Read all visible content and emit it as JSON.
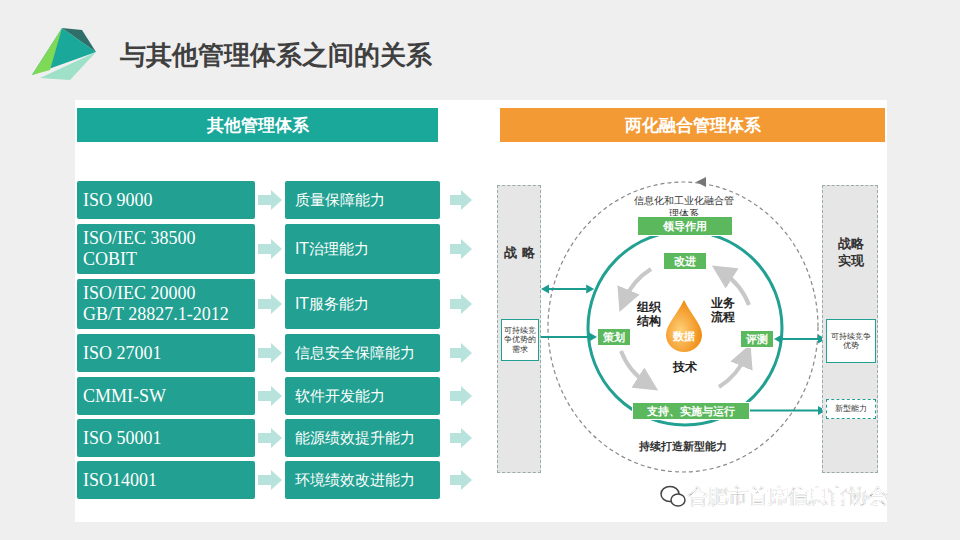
{
  "diagram": {
    "title": "与其他管理体系之间的关系",
    "nodes": [
      {
        "text": [
          "其他管理体系"
        ]
      },
      {
        "text": [
          "两化融合管理体系"
        ]
      },
      {
        "text": [
          "ISO 9000"
        ]
      },
      {
        "text": [
          "ISO/IEC 38500 COBIT"
        ]
      },
      {
        "text": [
          "ISO/IEC 20000 GB/T 28827.1-2012"
        ]
      },
      {
        "text": [
          "ISO 27001"
        ]
      },
      {
        "text": [
          "CMMI-SW"
        ]
      },
      {
        "text": [
          "ISO 50001"
        ]
      },
      {
        "text": [
          "ISO14001"
        ]
      },
      {
        "text": [
          "质量保障能力"
        ]
      },
      {
        "text": [
          "IT治理能力"
        ]
      },
      {
        "text": [
          "IT服务能力"
        ]
      },
      {
        "text": [
          "信息安全保障能力"
        ]
      },
      {
        "text": [
          "软件开发能力"
        ]
      },
      {
        "text": [
          "能源绩效提升能力"
        ]
      },
      {
        "text": [
          "环境绩效改进能力"
        ]
      },
      {
        "text": [
          "战略"
        ]
      },
      {
        "text": [
          "可持续竞争优势的需求"
        ],
        "in": 16
      },
      {
        "text": [
          "信息化和工业化融合管理体系",
          "持续打造新型能力"
        ]
      },
      {
        "text": [
          "领导作用"
        ],
        "in": 18
      },
      {
        "text": [
          "改进"
        ],
        "in": 18
      },
      {
        "text": [
          "策划"
        ],
        "in": 18
      },
      {
        "text": [
          "数据"
        ],
        "in": 18
      },
      {
        "text": [
          "评测"
        ],
        "in": 18
      },
      {
        "text": [
          "支持、实施与运行"
        ],
        "in": 18
      },
      {
        "text": [
          "战略实现"
        ]
      },
      {
        "text": [
          "可持续竞争优势"
        ],
        "in": 25
      },
      {
        "text": [
          "新型能力"
        ],
        "in": 25
      }
    ],
    "edges": [
      {
        "from": 2,
        "to": 9,
        "arrow": "to"
      },
      {
        "from": 3,
        "to": 10,
        "arrow": "to"
      },
      {
        "from": 4,
        "to": 11,
        "arrow": "to"
      },
      {
        "from": 5,
        "to": 12,
        "arrow": "to"
      },
      {
        "from": 6,
        "to": 13,
        "arrow": "to"
      },
      {
        "from": 7,
        "to": 14,
        "arrow": "to"
      },
      {
        "from": 8,
        "to": 15,
        "arrow": "to"
      },
      {
        "from": 16,
        "to": 18,
        "arrow": "both"
      },
      {
        "from": 17,
        "to": 21,
        "arrow": "to"
      },
      {
        "from": 23,
        "to": 26,
        "arrow": "both"
      },
      {
        "from": 24,
        "to": 27,
        "arrow": "to"
      },
      {
        "from": 27,
        "to": 26,
        "arrow": "to"
      }
    ],
    "labels": [
      "组织结构",
      "业务流程",
      "技术",
      "合肥市首席信息官协会"
    ]
  }
}
